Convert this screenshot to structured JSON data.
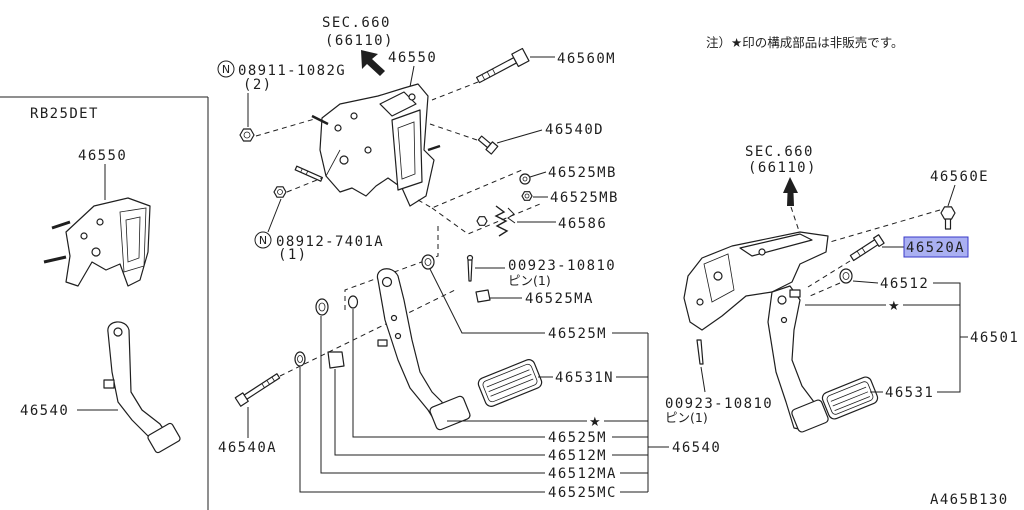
{
  "note": "注）★印の構成部品は非販売です。",
  "figure_code": "A465B130",
  "nut_symbol": "N",
  "colors": {
    "line": "#1f1f1f",
    "highlight_fill": "#aab0f2",
    "highlight_border": "#3838c8",
    "background": "#ffffff"
  },
  "rb25det": {
    "title": "RB25DET",
    "bracket": "46550",
    "pedal": "46540"
  },
  "main": {
    "sec_label": "SEC.660",
    "sec_ref": "(66110)",
    "bracket": "46550",
    "bolt_m": "46560M",
    "nut_upper_code": "08911-1082G",
    "nut_upper_qty": "(2)",
    "bolt_d": "46540D",
    "bush_mb_1": "46525MB",
    "bush_mb_2": "46525MB",
    "spring": "46586",
    "nut_lower_code": "08912-7401A",
    "nut_lower_qty": "(1)",
    "pin_code": "00923-10810",
    "pin_qty": "ピン(1)",
    "bush_ma": "46525MA",
    "bush_m_1": "46525M",
    "pad": "46531N",
    "star": "★",
    "bush_m_2": "46525M",
    "pedal_assy": "46540",
    "bolt_a": "46540A",
    "stopper_m": "46512M",
    "stopper_ma": "46512MA",
    "bush_mc": "46525MC"
  },
  "assembly": {
    "sec_label": "SEC.660",
    "sec_ref": "(66110)",
    "bolt_e": "46560E",
    "bolt_a": "46520A",
    "stopper": "46512",
    "star": "★",
    "assy": "46501",
    "pad": "46531",
    "pin_code": "00923-10810",
    "pin_qty": "ピン(1)"
  }
}
